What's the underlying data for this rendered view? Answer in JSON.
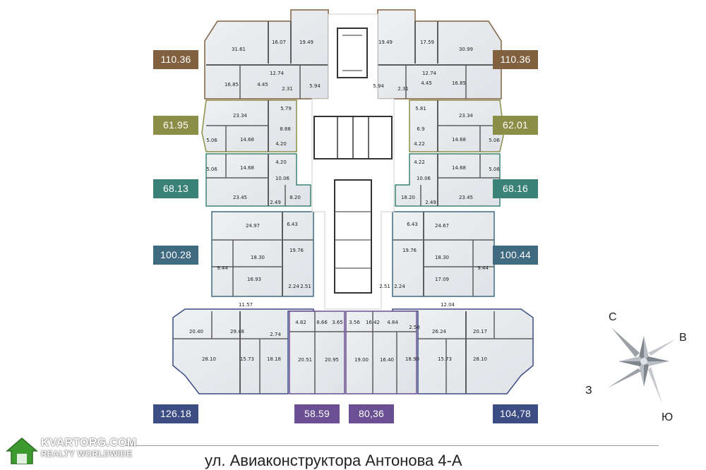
{
  "badges_left": [
    {
      "label": "110.36",
      "color": "#80603f"
    },
    {
      "label": "61.95",
      "color": "#8a8e47"
    },
    {
      "label": "68.13",
      "color": "#3a8277"
    },
    {
      "label": "100.28",
      "color": "#3f6a80"
    },
    {
      "label": "126.18",
      "color": "#3c4d84"
    }
  ],
  "badges_right": [
    {
      "label": "110.36",
      "color": "#80603f"
    },
    {
      "label": "62.01",
      "color": "#8a8e47"
    },
    {
      "label": "68.16",
      "color": "#3a8277"
    },
    {
      "label": "100.44",
      "color": "#3f6a80"
    },
    {
      "label": "104,78",
      "color": "#3c4d84"
    }
  ],
  "badges_bottom_center": [
    {
      "label": "58.59",
      "color": "#6a4f92"
    },
    {
      "label": "80,36",
      "color": "#6a4f92"
    }
  ],
  "room_areas": [
    "31.61",
    "16.07",
    "19.49",
    "12.74",
    "16.85",
    "4.45",
    "2.31",
    "5.94",
    "19.49",
    "17.59",
    "30.99",
    "12.74",
    "5.94",
    "2.31",
    "4.45",
    "16.85",
    "23.34",
    "5.79",
    "8.88",
    "5.06",
    "14.68",
    "4.20",
    "5.81",
    "23.34",
    "6.9",
    "5.06",
    "14.68",
    "4.22",
    "5.06",
    "14.68",
    "4.20",
    "10.06",
    "23.45",
    "8.20",
    "2.49",
    "4.22",
    "14.68",
    "5.06",
    "10.06",
    "18.20",
    "23.45",
    "2.49",
    "24.97",
    "6.43",
    "18.30",
    "19.76",
    "9.44",
    "16.93",
    "2.24",
    "2.51",
    "6.43",
    "24.67",
    "19.76",
    "18.30",
    "9.44",
    "17.09",
    "2.51",
    "2.24",
    "11.57",
    "20.40",
    "29.48",
    "2.74",
    "28.10",
    "15.73",
    "18.18",
    "4.82",
    "8.66",
    "3.65",
    "20.51",
    "20.95",
    "3.56",
    "16.42",
    "4.84",
    "19.00",
    "16.40",
    "12.04",
    "2.50",
    "26.24",
    "20.17",
    "18.90",
    "15.73",
    "28.10"
  ],
  "compass": {
    "north": "С",
    "east": "В",
    "west": "З",
    "south": "Ю"
  },
  "street_caption": "ул. Авиаконструктора Антонова 4-А",
  "watermark": {
    "line1": "KVARTORG.COM",
    "line2": "REALTY WORLDWIDE"
  },
  "colors": {
    "plan_fill": "#e9ecef",
    "wall": "#5d5d5d",
    "core": "#ffffff"
  }
}
